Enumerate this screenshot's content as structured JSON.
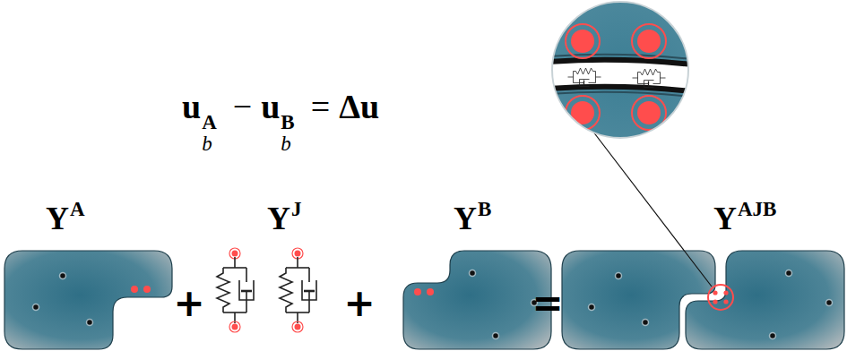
{
  "diagram": {
    "nodes": [
      {
        "text": [
          "Y",
          "A"
        ]
      },
      {
        "text": [
          "Y",
          "J"
        ]
      },
      {
        "text": [
          "Y",
          "B"
        ]
      },
      {
        "text": [
          "Y",
          "AJB"
        ]
      }
    ],
    "labels": [
      "u",
      "A",
      "b",
      "−",
      "u",
      "B",
      "b",
      "=",
      "Δu",
      "+",
      "+",
      "="
    ]
  }
}
